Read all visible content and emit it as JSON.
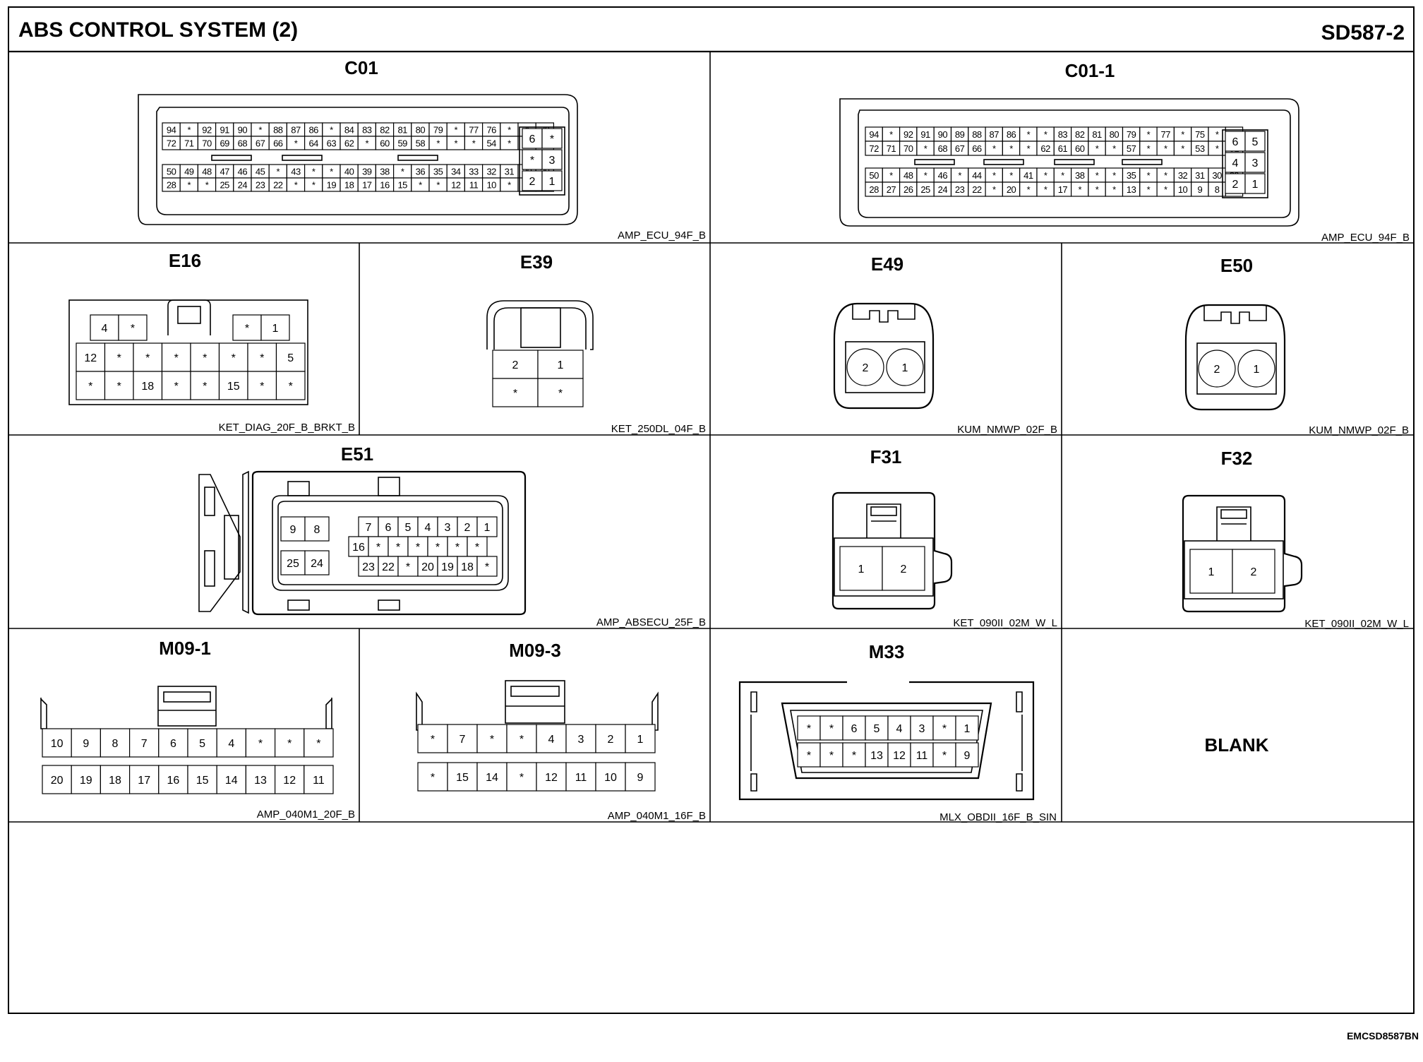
{
  "page": {
    "title": "ABS CONTROL SYSTEM (2)",
    "code": "SD587-2",
    "footer_code": "EMCSD8587BN"
  },
  "connectors": {
    "C01": {
      "id": "C01",
      "type": "AMP_ECU_94F_B",
      "rows": [
        [
          "94",
          "*",
          "92",
          "91",
          "90",
          "*",
          "88",
          "87",
          "86",
          "*",
          "84",
          "83",
          "82",
          "81",
          "80",
          "79",
          "*",
          "77",
          "76",
          "*",
          "*",
          "73"
        ],
        [
          "72",
          "71",
          "70",
          "69",
          "68",
          "67",
          "66",
          "*",
          "64",
          "63",
          "62",
          "*",
          "60",
          "59",
          "58",
          "*",
          "*",
          "*",
          "54",
          "*",
          "*",
          "51"
        ],
        [
          "50",
          "49",
          "48",
          "47",
          "46",
          "45",
          "*",
          "43",
          "*",
          "*",
          "40",
          "39",
          "38",
          "*",
          "36",
          "35",
          "34",
          "33",
          "32",
          "31",
          "30",
          "29"
        ],
        [
          "28",
          "*",
          "*",
          "25",
          "24",
          "23",
          "22",
          "*",
          "*",
          "19",
          "18",
          "17",
          "16",
          "15",
          "*",
          "*",
          "12",
          "11",
          "10",
          "*",
          "8",
          "7"
        ]
      ],
      "side": [
        [
          "6",
          "*"
        ],
        [
          "*",
          "3"
        ],
        [
          "2",
          "1"
        ]
      ]
    },
    "C01_1": {
      "id": "C01-1",
      "type": "AMP_ECU_94F_B",
      "rows": [
        [
          "94",
          "*",
          "92",
          "91",
          "90",
          "89",
          "88",
          "87",
          "86",
          "*",
          "*",
          "83",
          "82",
          "81",
          "80",
          "79",
          "*",
          "77",
          "*",
          "75",
          "*",
          "73"
        ],
        [
          "72",
          "71",
          "70",
          "*",
          "68",
          "67",
          "66",
          "*",
          "*",
          "*",
          "62",
          "61",
          "60",
          "*",
          "*",
          "57",
          "*",
          "*",
          "*",
          "53",
          "*",
          "51"
        ],
        [
          "50",
          "*",
          "48",
          "*",
          "46",
          "*",
          "44",
          "*",
          "*",
          "41",
          "*",
          "*",
          "38",
          "*",
          "*",
          "35",
          "*",
          "*",
          "32",
          "31",
          "30",
          "29"
        ],
        [
          "28",
          "27",
          "26",
          "25",
          "24",
          "23",
          "22",
          "*",
          "20",
          "*",
          "*",
          "17",
          "*",
          "*",
          "*",
          "13",
          "*",
          "*",
          "10",
          "9",
          "8",
          "*"
        ]
      ],
      "side": [
        [
          "6",
          "5"
        ],
        [
          "4",
          "3"
        ],
        [
          "2",
          "1"
        ]
      ]
    },
    "E16": {
      "id": "E16",
      "type": "KET_DIAG_20F_B_BRKT_B",
      "top": [
        "4",
        "*",
        "*",
        "1"
      ],
      "row1": [
        "12",
        "*",
        "*",
        "*",
        "*",
        "*",
        "*",
        "5"
      ],
      "row2": [
        "*",
        "*",
        "18",
        "*",
        "*",
        "15",
        "*",
        "*"
      ]
    },
    "E39": {
      "id": "E39",
      "type": "KET_250DL_04F_B",
      "row1": [
        "2",
        "1"
      ],
      "row2": [
        "*",
        "*"
      ]
    },
    "E49": {
      "id": "E49",
      "type": "KUM_NMWP_02F_B",
      "pins": [
        "2",
        "1"
      ]
    },
    "E50": {
      "id": "E50",
      "type": "KUM_NMWP_02F_B",
      "pins": [
        "2",
        "1"
      ]
    },
    "E51": {
      "id": "E51",
      "type": "AMP_ABSECU_25F_B",
      "left_top": [
        "9",
        "8"
      ],
      "left_bot": [
        "25",
        "24"
      ],
      "row1": [
        "7",
        "6",
        "5",
        "4",
        "3",
        "2",
        "1"
      ],
      "row2": [
        "16",
        "*",
        "*",
        "*",
        "*",
        "*",
        "*"
      ],
      "row3": [
        "23",
        "22",
        "*",
        "20",
        "19",
        "18",
        "*"
      ]
    },
    "F31": {
      "id": "F31",
      "type": "KET_090II_02M_W_L",
      "pins": [
        "1",
        "2"
      ]
    },
    "F32": {
      "id": "F32",
      "type": "KET_090II_02M_W_L",
      "pins": [
        "1",
        "2"
      ]
    },
    "M09_1": {
      "id": "M09-1",
      "type": "AMP_040M1_20F_B",
      "row1": [
        "10",
        "9",
        "8",
        "7",
        "6",
        "5",
        "4",
        "*",
        "*",
        "*"
      ],
      "row2": [
        "20",
        "19",
        "18",
        "17",
        "16",
        "15",
        "14",
        "13",
        "12",
        "11"
      ]
    },
    "M09_3": {
      "id": "M09-3",
      "type": "AMP_040M1_16F_B",
      "row1": [
        "*",
        "7",
        "*",
        "*",
        "4",
        "3",
        "2",
        "1"
      ],
      "row2": [
        "*",
        "15",
        "14",
        "*",
        "12",
        "11",
        "10",
        "9"
      ]
    },
    "M33": {
      "id": "M33",
      "type": "MLX_OBDII_16F_B_SIN",
      "row1": [
        "*",
        "*",
        "6",
        "5",
        "4",
        "3",
        "*",
        "1"
      ],
      "row2": [
        "*",
        "*",
        "*",
        "13",
        "12",
        "11",
        "*",
        "9"
      ]
    },
    "BLANK": {
      "label": "BLANK"
    }
  }
}
